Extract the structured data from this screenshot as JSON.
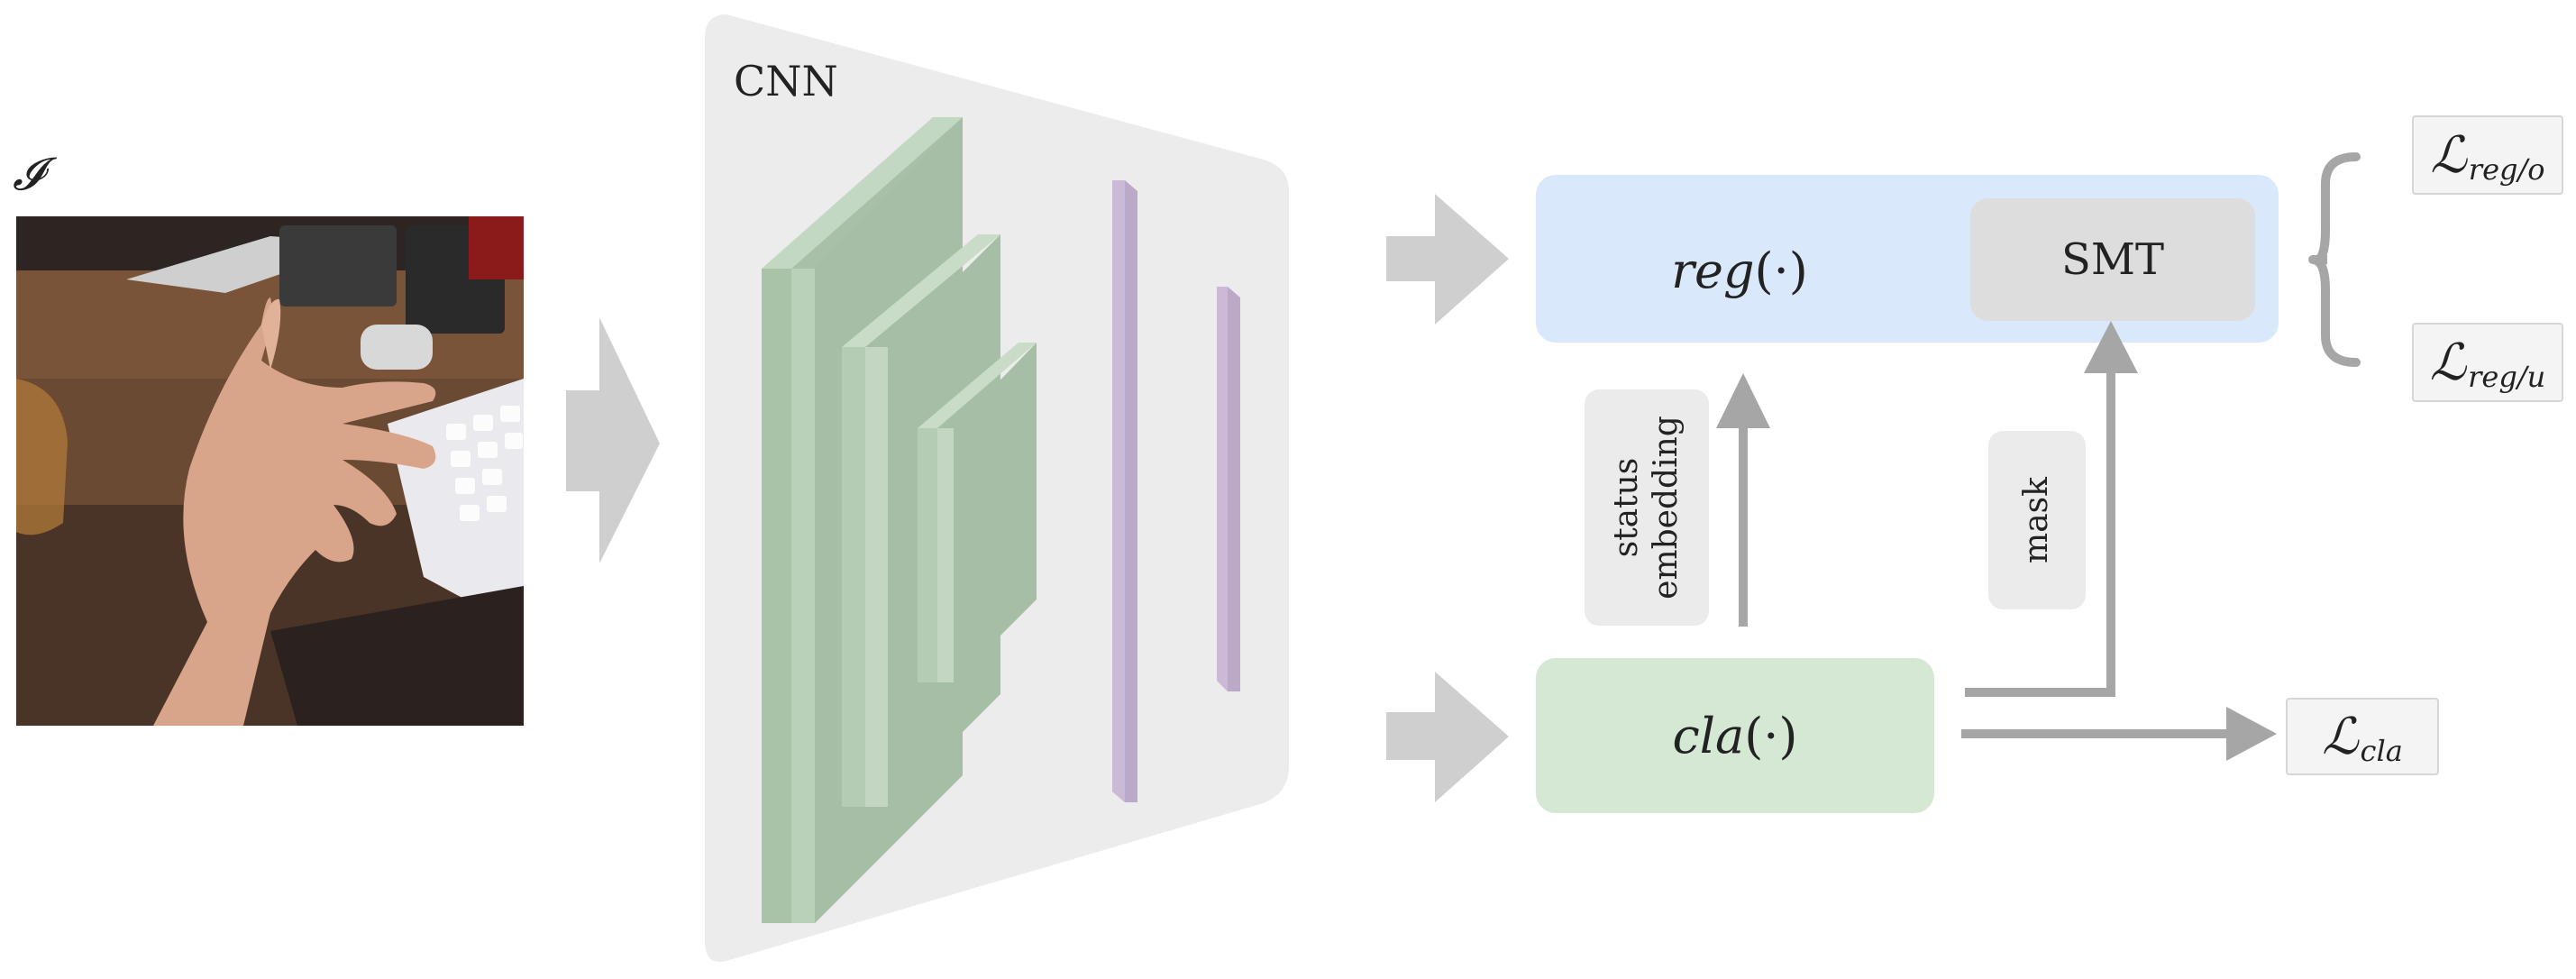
{
  "input": {
    "symbol": "𝓘"
  },
  "cnn": {
    "label": "CNN"
  },
  "reg_module": {
    "func": "reg",
    "arg": "(·)",
    "smt_label": "SMT"
  },
  "cla_module": {
    "func": "cla",
    "arg": "(·)"
  },
  "side_labels": {
    "status_line1": "status",
    "status_line2": "embedding",
    "mask": "mask"
  },
  "losses": {
    "reg_o": {
      "symbol": "ℒ",
      "sub": "reg/o"
    },
    "reg_u": {
      "symbol": "ℒ",
      "sub": "reg/u"
    },
    "cla": {
      "symbol": "ℒ",
      "sub": "cla"
    }
  },
  "colors": {
    "cnn_bg": "#ececec",
    "feature_green": "#b4ccb4",
    "feature_purple": "#c9b8d3",
    "reg_bg": "#dae8fc",
    "cla_bg": "#d5e8d4",
    "smt_bg": "#dddddd",
    "arrow_gray": "#a6a6a6"
  }
}
